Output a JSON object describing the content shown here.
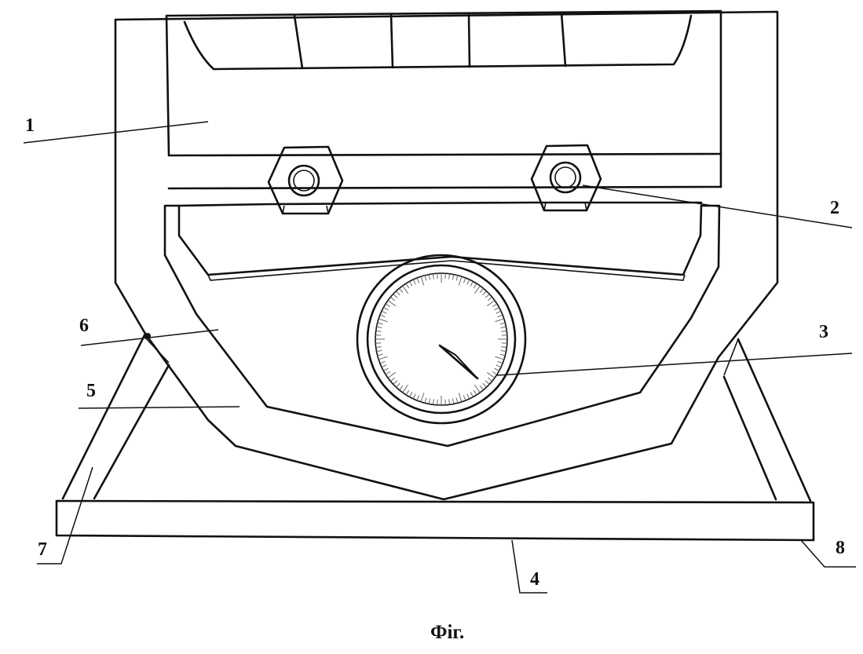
{
  "caption": "Фіг.",
  "labels": [
    "1",
    "2",
    "3",
    "4",
    "5",
    "6",
    "7",
    "8"
  ]
}
